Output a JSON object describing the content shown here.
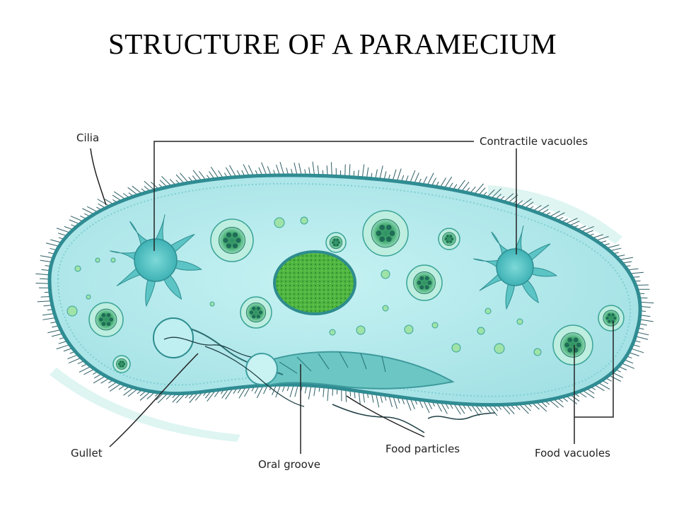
{
  "title": "STRUCTURE OF A PARAMECIUM",
  "labels": {
    "cilia": "Cilia",
    "contractile_vacuoles": "Contractile vacuoles",
    "gullet": "Gullet",
    "oral_groove": "Oral groove",
    "food_particles": "Food particles",
    "food_vacuoles": "Food vacuoles"
  },
  "colors": {
    "cytoplasm": "#aee9ec",
    "membrane": "#2f8c92",
    "cilia": "#2e5e66",
    "vacuole": "#4fb7a3",
    "nucleus": "#3aa43c",
    "contractile": "#57c6c8"
  }
}
